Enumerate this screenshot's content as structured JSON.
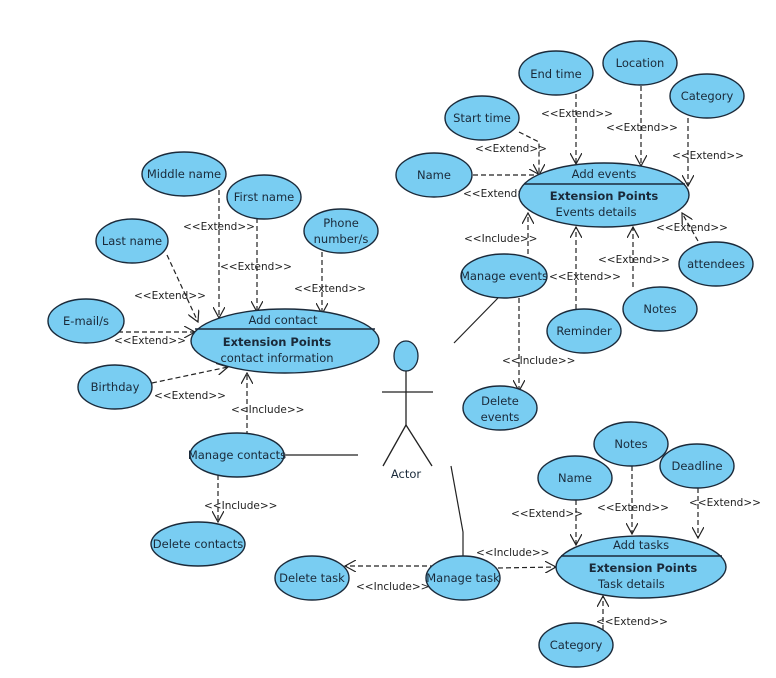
{
  "diagram": {
    "type": "UML use case diagram",
    "actor": {
      "label": "Actor"
    },
    "base_use_cases": {
      "add_contact": {
        "title": "Add contact",
        "ext_heading": "Extension Points",
        "ext_detail": "contact information"
      },
      "add_events": {
        "title": "Add events",
        "ext_heading": "Extension Points",
        "ext_detail": "Events details"
      },
      "add_tasks": {
        "title": "Add tasks",
        "ext_heading": "Extension Points",
        "ext_detail": "Task details"
      }
    },
    "use_cases": {
      "middle_name": "Middle name",
      "first_name": "First name",
      "last_name": "Last name",
      "phone_1": "Phone",
      "phone_2": "number/s",
      "email": "E-mail/s",
      "birthday": "Birthday",
      "manage_contacts": "Manage contacts",
      "delete_contacts": "Delete contacts",
      "end_time": "End time",
      "location": "Location",
      "category_events": "Category",
      "start_time": "Start time",
      "name_events": "Name",
      "manage_events": "Manage events",
      "reminder": "Reminder",
      "notes_events": "Notes",
      "attendees": "attendees",
      "delete_events_1": "Delete",
      "delete_events_2": "events",
      "notes_tasks": "Notes",
      "name_tasks": "Name",
      "deadline": "Deadline",
      "delete_task": "Delete task",
      "manage_task": "Manage task",
      "category_tasks": "Category"
    },
    "stereotypes": {
      "extend": "<<Extend>>",
      "include": "<<Include>>"
    }
  }
}
